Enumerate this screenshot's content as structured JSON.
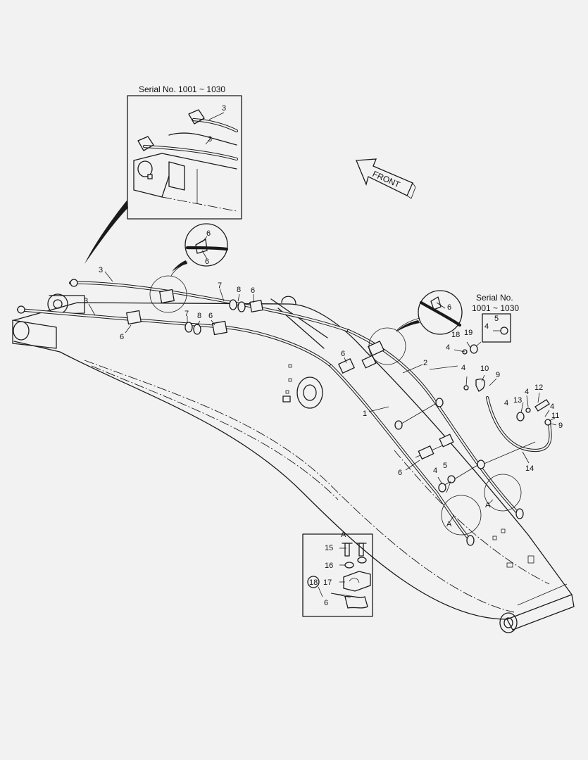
{
  "callouts": {
    "inset_top_serial": "Serial No. 1001 ~ 1030",
    "inset_right_serial_line1": "Serial No.",
    "inset_right_serial_line2": "1001 ~ 1030",
    "front_arrow": "FRONT",
    "detail_a_title": "A",
    "detail_a_ref1": "A",
    "detail_a_ref2": "A"
  },
  "part_numbers": {
    "p1": "1",
    "p2": "2",
    "p3a": "3",
    "p3b": "3",
    "p3c": "3",
    "p3d": "3",
    "p4a": "4",
    "p4b": "4",
    "p4c": "4",
    "p4d": "4",
    "p4e": "4",
    "p4f": "4",
    "p4g": "4",
    "p5a": "5",
    "p5b": "5",
    "p6a": "6",
    "p6b": "6",
    "p6c": "6",
    "p6d": "6",
    "p6e": "6",
    "p6f": "6",
    "p6g": "6",
    "p6h": "6",
    "p6i": "6",
    "p6j": "6",
    "p6k": "6",
    "p7a": "7",
    "p7b": "7",
    "p8a": "8",
    "p8b": "8",
    "p9a": "9",
    "p9b": "9",
    "p10": "10",
    "p11": "11",
    "p12": "12",
    "p13": "13",
    "p14": "14",
    "p15": "15",
    "p16": "16",
    "p17": "17",
    "p18": "18",
    "p19": "19"
  },
  "colors": {
    "line": "#1a1a1a",
    "background": "#f2f2f2"
  }
}
